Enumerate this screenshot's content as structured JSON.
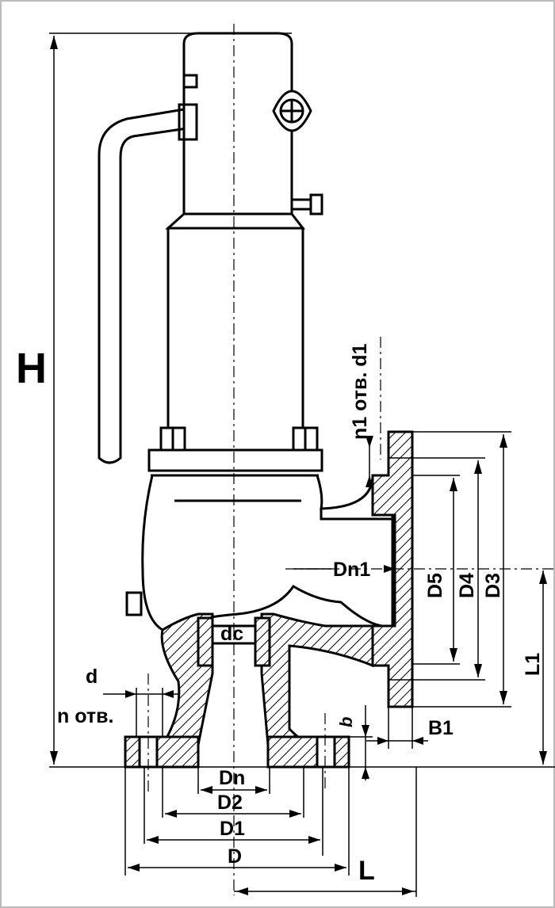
{
  "labels": {
    "height": "H",
    "bolt_holes_outlet": "n1 отв. d1",
    "outlet_nominal": "Dn1",
    "d5": "D5",
    "d4": "D4",
    "d3": "D3",
    "l1": "L1",
    "seat_diameter": "dc",
    "hole_diameter": "d",
    "bolt_holes_inlet": "n отв.",
    "b1": "B1",
    "b": "b",
    "inlet_nominal": "Dn",
    "d2": "D2",
    "d1": "D1",
    "d": "D",
    "l": "L"
  }
}
